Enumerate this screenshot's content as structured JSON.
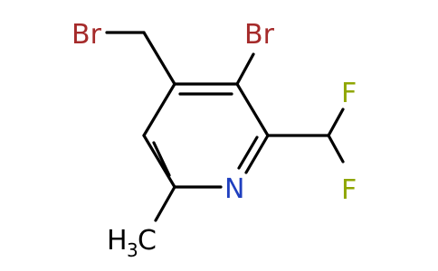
{
  "molecule": {
    "atoms": {
      "br_methyl": {
        "label": "Br",
        "color": "#a52a2a"
      },
      "br_ring": {
        "label": "Br",
        "color": "#a52a2a"
      },
      "f_top": {
        "label": "F",
        "color": "#8fa600"
      },
      "f_bottom": {
        "label": "F",
        "color": "#8fa600"
      },
      "n_ring": {
        "label": "N",
        "color": "#1f3fbf"
      },
      "methyl": {
        "label": "H",
        "subscript": "3",
        "suffix": "C",
        "color": "#000000"
      }
    },
    "bond_color": "#000000"
  }
}
